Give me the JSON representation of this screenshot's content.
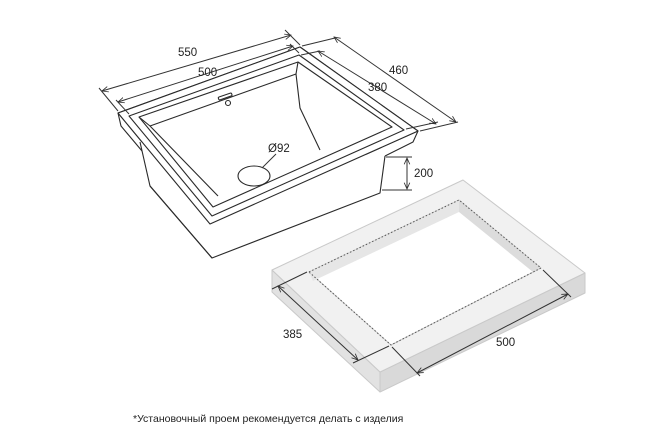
{
  "sink": {
    "dim_outer_width": "550",
    "dim_bowl_width": "500",
    "dim_outer_depth": "460",
    "dim_bowl_depth": "380",
    "dim_drain_diameter": "Ø92",
    "dim_bowl_height": "200"
  },
  "cutout": {
    "dim_depth": "385",
    "dim_width": "500"
  },
  "footnote": "*Установочный проем рекомендуется делать с изделия",
  "colors": {
    "line": "#2a2a2a",
    "dimension_line": "#333333",
    "countertop_top": "#f1f1f1",
    "countertop_side": "#e2e2e2",
    "countertop_edge": "#d6d6d6"
  }
}
